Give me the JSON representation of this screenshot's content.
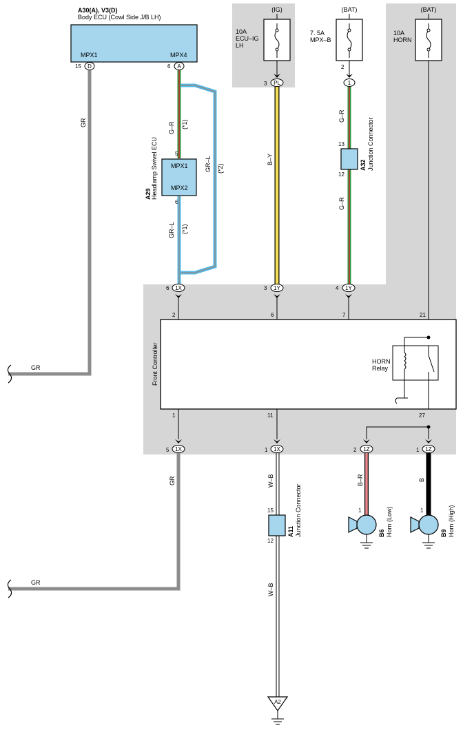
{
  "body_ecu": {
    "code": "A30(A), V3(D)",
    "name": "Body ECU (Cowl Side J/B LH)",
    "port_left": "MPX1",
    "port_right": "MPX4",
    "pin_left": "15",
    "conn_left": "D",
    "pin_right": "6",
    "conn_right": "A"
  },
  "swivel_ecu": {
    "code": "A29",
    "name": "Headlamp Swivel ECU",
    "port_top": "MPX1",
    "port_bottom": "MPX2",
    "pin_top": "5",
    "pin_bottom": "6"
  },
  "fuses": [
    {
      "source": "(IG)",
      "rating": "10A",
      "name_line1": "ECU–IG",
      "name_line2": "LH",
      "pin": "3",
      "conn": "PL"
    },
    {
      "source": "(BAT)",
      "rating": "7. 5A",
      "name_line1": "MPX–B",
      "name_line2": "",
      "pin": "2",
      "conn": "1"
    },
    {
      "source": "(BAT)",
      "rating": "10A",
      "name_line1": "HORN",
      "name_line2": "",
      "pin": "",
      "conn": ""
    }
  ],
  "junction_a32": {
    "code": "A32",
    "name": "Junction Connector",
    "pin_top": "13",
    "pin_bottom": "12"
  },
  "junction_a11": {
    "code": "A11",
    "name": "Junction Connector",
    "pin_top": "15",
    "pin_bottom": "12"
  },
  "front_controller": {
    "name": "Front Controller",
    "pins_top": [
      "2",
      "6",
      "7",
      "21"
    ],
    "pins_bottom": [
      "1",
      "11",
      "27"
    ],
    "relay_line1": "HORN",
    "relay_line2": "Relay"
  },
  "connectors": {
    "c1x_top": {
      "pin": "6",
      "conn": "1X"
    },
    "c1y_a": {
      "pin": "3",
      "conn": "1Y"
    },
    "c1y_b": {
      "pin": "4",
      "conn": "1Y"
    },
    "c1x_bot_a": {
      "pin": "5",
      "conn": "1X"
    },
    "c1x_bot_b": {
      "pin": "1",
      "conn": "1X"
    },
    "c1z_a": {
      "pin": "2",
      "conn": "1Z"
    },
    "c1z_b": {
      "pin": "1",
      "conn": "1Z"
    }
  },
  "wire_labels": {
    "gr_body": "GR",
    "gr_left1": "GR",
    "gr_left2": "GR",
    "gr_lower": "GR",
    "gr_swivel_top": "G–R",
    "gr_swivel_top_note": "(*1)",
    "grl_bypass": "GR–L",
    "grl_bypass_note": "(*2)",
    "grl_swivel_bottom": "GR–L",
    "grl_swivel_bottom_note": "(*1)",
    "by": "B–Y",
    "gr_a32_top": "G–R",
    "gr_a32_bottom": "G–R",
    "wb_top": "W–B",
    "wb_bottom": "W–B",
    "br": "B–R",
    "b": "B"
  },
  "horns": [
    {
      "code": "B6",
      "name": "Horn (Low)",
      "pin": "1"
    },
    {
      "code": "B9",
      "name": "Horn (High)",
      "pin": "1"
    }
  ],
  "ground_point": "A2",
  "colors": {
    "gray_wire": "#8c8c8c",
    "green": "#2e9a44",
    "red": "#d8232a",
    "light_blue": "#56b9e6",
    "yellow": "#f3df57",
    "pink": "#e8878c",
    "box_fill": "#a6d6ee",
    "shade": "#d6d6d6"
  }
}
